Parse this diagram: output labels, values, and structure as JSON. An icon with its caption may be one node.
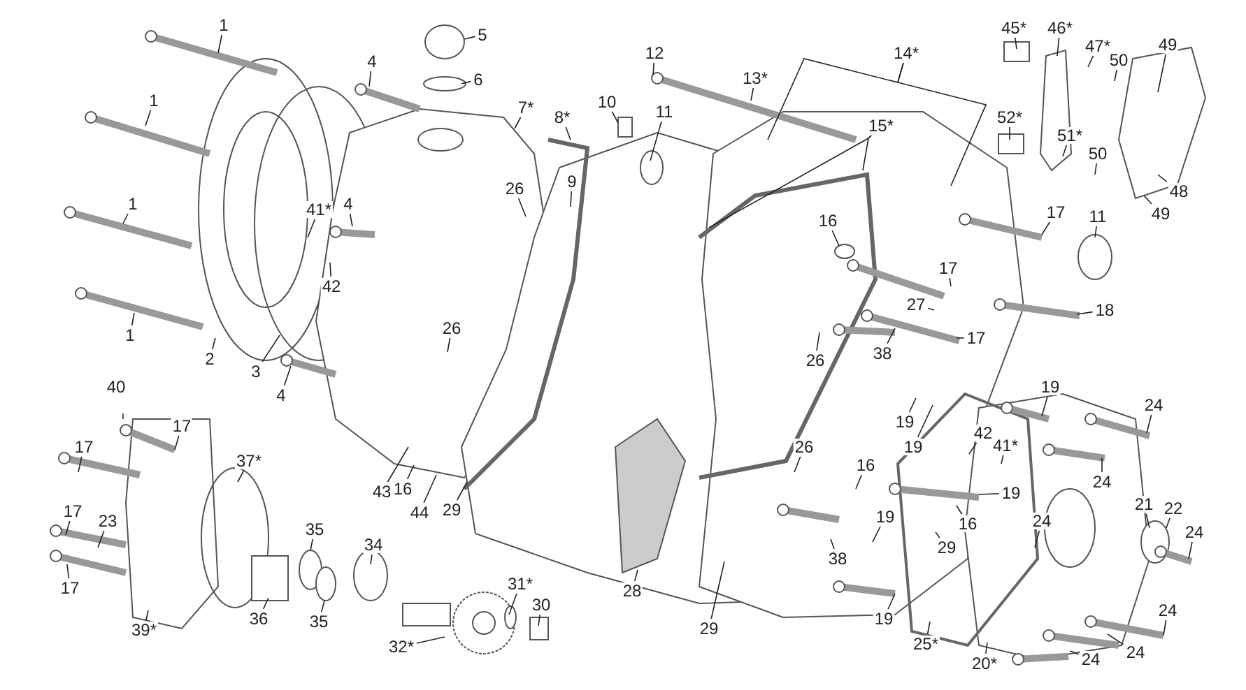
{
  "diagram": {
    "nodes": [
      {
        "text": [
          "1"
        ]
      },
      {
        "text": [
          "1"
        ]
      },
      {
        "text": [
          "1"
        ]
      },
      {
        "text": [
          "1"
        ]
      },
      {
        "text": [
          "2"
        ]
      },
      {
        "text": [
          "3"
        ]
      },
      {
        "text": [
          "4"
        ]
      },
      {
        "text": [
          "5"
        ]
      },
      {
        "text": [
          "6"
        ]
      },
      {
        "text": [
          "7*"
        ]
      },
      {
        "text": [
          "8*"
        ]
      },
      {
        "text": [
          "10"
        ]
      },
      {
        "text": [
          "11"
        ]
      },
      {
        "text": [
          "12"
        ]
      },
      {
        "text": [
          "13*"
        ]
      },
      {
        "text": [
          "14*"
        ]
      },
      {
        "text": [
          "15*"
        ]
      },
      {
        "text": [
          "41*"
        ]
      },
      {
        "text": [
          "4"
        ]
      },
      {
        "text": [
          "42"
        ]
      },
      {
        "text": [
          "26"
        ]
      },
      {
        "text": [
          "9"
        ]
      },
      {
        "text": [
          "16"
        ]
      },
      {
        "text": [
          "17"
        ]
      },
      {
        "text": [
          "11"
        ]
      },
      {
        "text": [
          "17"
        ]
      },
      {
        "text": [
          "27"
        ]
      },
      {
        "text": [
          "18"
        ]
      },
      {
        "text": [
          "17"
        ]
      },
      {
        "text": [
          "38"
        ]
      },
      {
        "text": [
          "26"
        ]
      },
      {
        "text": [
          "26"
        ]
      },
      {
        "text": [
          "4"
        ]
      },
      {
        "text": [
          "17"
        ]
      },
      {
        "text": [
          "17"
        ]
      },
      {
        "text": [
          "37*"
        ]
      },
      {
        "text": [
          "43"
        ]
      },
      {
        "text": [
          "16"
        ]
      },
      {
        "text": [
          "44"
        ]
      },
      {
        "text": [
          "29"
        ]
      },
      {
        "text": [
          "17"
        ]
      },
      {
        "text": [
          "23"
        ]
      },
      {
        "text": [
          "35"
        ]
      },
      {
        "text": [
          "34"
        ]
      },
      {
        "text": [
          "17"
        ]
      },
      {
        "text": [
          "36"
        ]
      },
      {
        "text": [
          "35"
        ]
      },
      {
        "text": [
          "39*"
        ]
      },
      {
        "text": [
          "32*"
        ]
      },
      {
        "text": [
          "31*"
        ]
      },
      {
        "text": [
          "30"
        ]
      },
      {
        "text": [
          "28"
        ]
      },
      {
        "text": [
          "26"
        ]
      },
      {
        "text": [
          "29"
        ]
      },
      {
        "text": [
          "45*"
        ]
      },
      {
        "text": [
          "46*"
        ]
      },
      {
        "text": [
          "47*"
        ]
      },
      {
        "text": [
          "50"
        ]
      },
      {
        "text": [
          "49"
        ]
      },
      {
        "text": [
          "52*"
        ]
      },
      {
        "text": [
          "51*"
        ]
      },
      {
        "text": [
          "50"
        ]
      },
      {
        "text": [
          "48"
        ]
      },
      {
        "text": [
          "49"
        ]
      },
      {
        "text": [
          "19"
        ]
      },
      {
        "text": [
          "24"
        ]
      },
      {
        "text": [
          "19"
        ]
      },
      {
        "text": [
          "19"
        ]
      },
      {
        "text": [
          "42"
        ]
      },
      {
        "text": [
          "41*"
        ]
      },
      {
        "text": [
          "24"
        ]
      },
      {
        "text": [
          "16"
        ]
      },
      {
        "text": [
          "19"
        ]
      },
      {
        "text": [
          "16"
        ]
      },
      {
        "text": [
          "29"
        ]
      },
      {
        "text": [
          "24"
        ]
      },
      {
        "text": [
          "21"
        ]
      },
      {
        "text": [
          "22"
        ]
      },
      {
        "text": [
          "24"
        ]
      },
      {
        "text": [
          "19"
        ]
      },
      {
        "text": [
          "38"
        ]
      },
      {
        "text": [
          "19"
        ]
      },
      {
        "text": [
          "25*"
        ]
      },
      {
        "text": [
          "20*"
        ]
      },
      {
        "text": [
          "24"
        ]
      },
      {
        "text": [
          "24"
        ]
      },
      {
        "text": [
          "24"
        ]
      },
      {
        "text": [
          "40"
        ]
      }
    ],
    "edges": [
      {
        "from": 0,
        "to": null,
        "arrow": "none"
      },
      {
        "from": 1,
        "to": null,
        "arrow": "none"
      },
      {
        "from": 2,
        "to": null,
        "arrow": "none"
      },
      {
        "from": 3,
        "to": null,
        "arrow": "none"
      },
      {
        "from": 4,
        "to": null,
        "arrow": "none"
      },
      {
        "from": 5,
        "to": null,
        "arrow": "none"
      },
      {
        "from": 6,
        "to": null,
        "arrow": "none"
      },
      {
        "from": 7,
        "to": null,
        "arrow": "none"
      },
      {
        "from": 8,
        "to": null,
        "arrow": "none"
      },
      {
        "from": 9,
        "to": null,
        "arrow": "none"
      },
      {
        "from": 10,
        "to": null,
        "arrow": "none"
      },
      {
        "from": 11,
        "to": null,
        "arrow": "none"
      },
      {
        "from": 12,
        "to": null,
        "arrow": "none"
      },
      {
        "from": 13,
        "to": null,
        "arrow": "none"
      },
      {
        "from": 14,
        "to": null,
        "arrow": "none"
      },
      {
        "from": 15,
        "to": null,
        "arrow": "none"
      },
      {
        "from": 15,
        "to": null,
        "arrow": "none"
      },
      {
        "from": 16,
        "to": null,
        "arrow": "none"
      },
      {
        "from": 16,
        "to": null,
        "arrow": "none"
      },
      {
        "from": 17,
        "to": null,
        "arrow": "none"
      },
      {
        "from": 18,
        "to": null,
        "arrow": "none"
      },
      {
        "from": 19,
        "to": null,
        "arrow": "none"
      },
      {
        "from": 20,
        "to": null,
        "arrow": "none"
      },
      {
        "from": 21,
        "to": null,
        "arrow": "none"
      },
      {
        "from": 22,
        "to": null,
        "arrow": "none"
      },
      {
        "from": 23,
        "to": null,
        "arrow": "none"
      },
      {
        "from": 24,
        "to": null,
        "arrow": "none"
      },
      {
        "from": 25,
        "to": null,
        "arrow": "none"
      },
      {
        "from": 26,
        "to": null,
        "arrow": "none"
      },
      {
        "from": 27,
        "to": null,
        "arrow": "none"
      },
      {
        "from": 28,
        "to": null,
        "arrow": "none"
      },
      {
        "from": 29,
        "to": null,
        "arrow": "none"
      },
      {
        "from": 30,
        "to": null,
        "arrow": "none"
      },
      {
        "from": 31,
        "to": null,
        "arrow": "none"
      },
      {
        "from": 32,
        "to": null,
        "arrow": "none"
      },
      {
        "from": 33,
        "to": null,
        "arrow": "none"
      },
      {
        "from": 34,
        "to": null,
        "arrow": "none"
      },
      {
        "from": 35,
        "to": null,
        "arrow": "none"
      },
      {
        "from": 36,
        "to": null,
        "arrow": "none"
      },
      {
        "from": 37,
        "to": null,
        "arrow": "none"
      },
      {
        "from": 38,
        "to": null,
        "arrow": "none"
      },
      {
        "from": 39,
        "to": null,
        "arrow": "none"
      },
      {
        "from": 40,
        "to": null,
        "arrow": "none"
      },
      {
        "from": 41,
        "to": null,
        "arrow": "none"
      },
      {
        "from": 42,
        "to": null,
        "arrow": "none"
      },
      {
        "from": 43,
        "to": null,
        "arrow": "none"
      },
      {
        "from": 44,
        "to": null,
        "arrow": "none"
      },
      {
        "from": 45,
        "to": null,
        "arrow": "none"
      },
      {
        "from": 46,
        "to": null,
        "arrow": "none"
      },
      {
        "from": 47,
        "to": null,
        "arrow": "none"
      },
      {
        "from": 48,
        "to": null,
        "arrow": "none"
      },
      {
        "from": 49,
        "to": null,
        "arrow": "none"
      },
      {
        "from": 50,
        "to": null,
        "arrow": "none"
      },
      {
        "from": 51,
        "to": null,
        "arrow": "none"
      },
      {
        "from": 52,
        "to": null,
        "arrow": "none"
      },
      {
        "from": 53,
        "to": null,
        "arrow": "none"
      },
      {
        "from": 54,
        "to": null,
        "arrow": "none"
      },
      {
        "from": 55,
        "to": null,
        "arrow": "none"
      },
      {
        "from": 56,
        "to": null,
        "arrow": "none"
      },
      {
        "from": 57,
        "to": null,
        "arrow": "none"
      },
      {
        "from": 58,
        "to": null,
        "arrow": "none"
      },
      {
        "from": 59,
        "to": null,
        "arrow": "none"
      },
      {
        "from": 60,
        "to": null,
        "arrow": "none"
      },
      {
        "from": 61,
        "to": null,
        "arrow": "none"
      },
      {
        "from": 62,
        "to": null,
        "arrow": "none"
      },
      {
        "from": 63,
        "to": null,
        "arrow": "none"
      },
      {
        "from": 64,
        "to": null,
        "arrow": "none"
      },
      {
        "from": 65,
        "to": null,
        "arrow": "none"
      },
      {
        "from": 66,
        "to": null,
        "arrow": "none"
      },
      {
        "from": 67,
        "to": null,
        "arrow": "none"
      },
      {
        "from": 68,
        "to": null,
        "arrow": "none"
      },
      {
        "from": 69,
        "to": null,
        "arrow": "none"
      },
      {
        "from": 70,
        "to": null,
        "arrow": "none"
      },
      {
        "from": 71,
        "to": null,
        "arrow": "none"
      },
      {
        "from": 72,
        "to": null,
        "arrow": "none"
      },
      {
        "from": 73,
        "to": null,
        "arrow": "none"
      },
      {
        "from": 74,
        "to": null,
        "arrow": "none"
      },
      {
        "from": 75,
        "to": null,
        "arrow": "none"
      },
      {
        "from": 76,
        "to": null,
        "arrow": "none"
      },
      {
        "from": 77,
        "to": null,
        "arrow": "none"
      },
      {
        "from": 78,
        "to": null,
        "arrow": "none"
      },
      {
        "from": 79,
        "to": null,
        "arrow": "none"
      },
      {
        "from": 80,
        "to": null,
        "arrow": "none"
      },
      {
        "from": 81,
        "to": null,
        "arrow": "none"
      },
      {
        "from": 82,
        "to": null,
        "arrow": "none"
      },
      {
        "from": 83,
        "to": null,
        "arrow": "none"
      },
      {
        "from": 84,
        "to": null,
        "arrow": "none"
      },
      {
        "from": 85,
        "to": null,
        "arrow": "none"
      },
      {
        "from": 86,
        "to": null,
        "arrow": "none"
      }
    ]
  }
}
